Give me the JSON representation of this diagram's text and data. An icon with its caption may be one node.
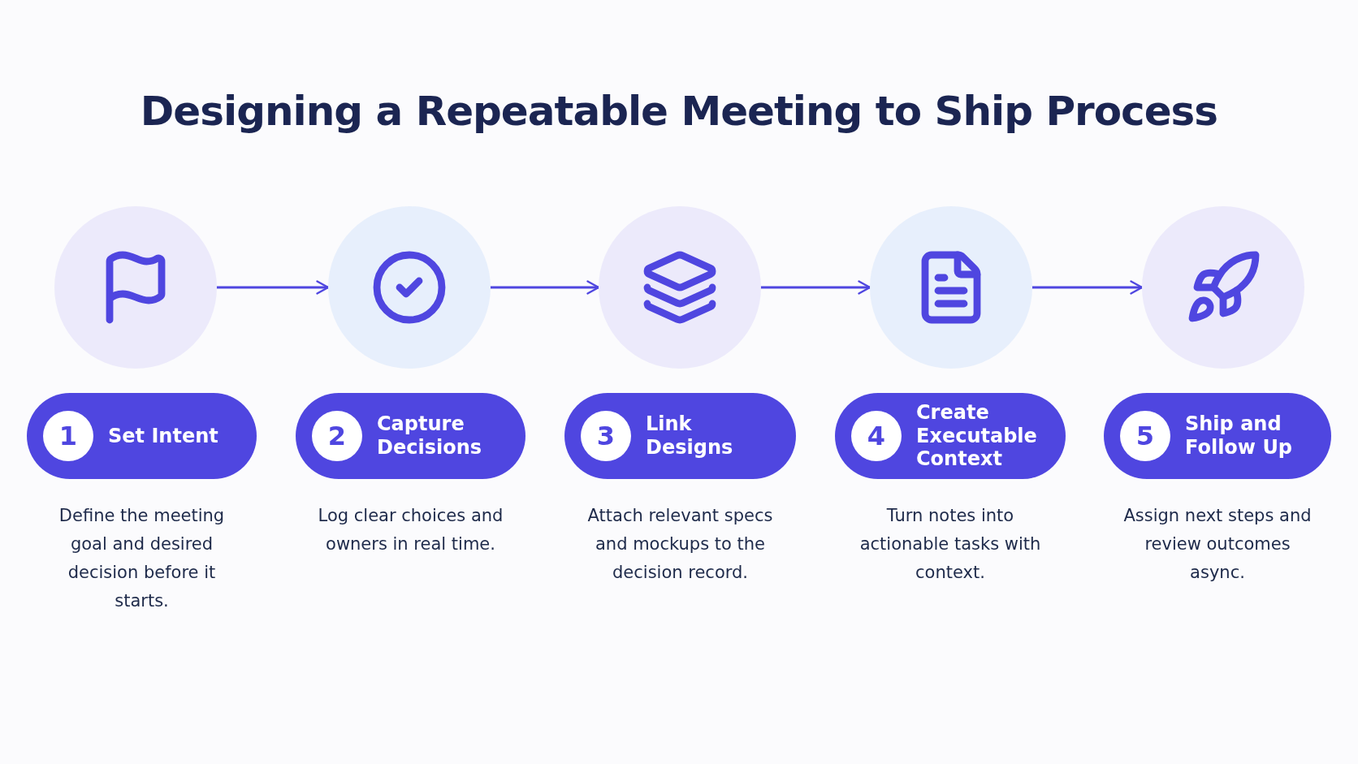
{
  "diagram": {
    "title": "Designing a **Repeatable Meeting** to Ship Process",
    "nodes": [
      {
        "text": [],
        "shape": "circle"
      },
      {
        "text": [],
        "shape": "circle"
      },
      {
        "text": [],
        "shape": "circle"
      },
      {
        "text": [],
        "shape": "circle"
      },
      {
        "text": [],
        "shape": "circle"
      },
      {
        "text": [
          "1",
          "Set Intent"
        ],
        "beside": [
          "Define the meeting goal and desired decision before it starts."
        ]
      },
      {
        "text": [
          "2",
          "Capture Decisions"
        ],
        "beside": [
          "Log clear choices and owners in real time."
        ]
      },
      {
        "text": [
          "3",
          "Link Designs"
        ],
        "beside": [
          "Attach relevant specs and mockups to the decision record."
        ]
      },
      {
        "text": [
          "4",
          "Create Executable Context"
        ],
        "beside": [
          "Turn notes into actionable tasks with context."
        ]
      },
      {
        "text": [
          "5",
          "Ship and Follow Up"
        ],
        "beside": [
          "Assign next steps and review outcomes async."
        ]
      }
    ],
    "edges": [
      {
        "from": 0,
        "to": 1,
        "arrow": "to"
      },
      {
        "from": 1,
        "to": 2,
        "arrow": "to"
      },
      {
        "from": 2,
        "to": 3,
        "arrow": "to"
      },
      {
        "from": 3,
        "to": 4,
        "arrow": "to"
      }
    ]
  }
}
